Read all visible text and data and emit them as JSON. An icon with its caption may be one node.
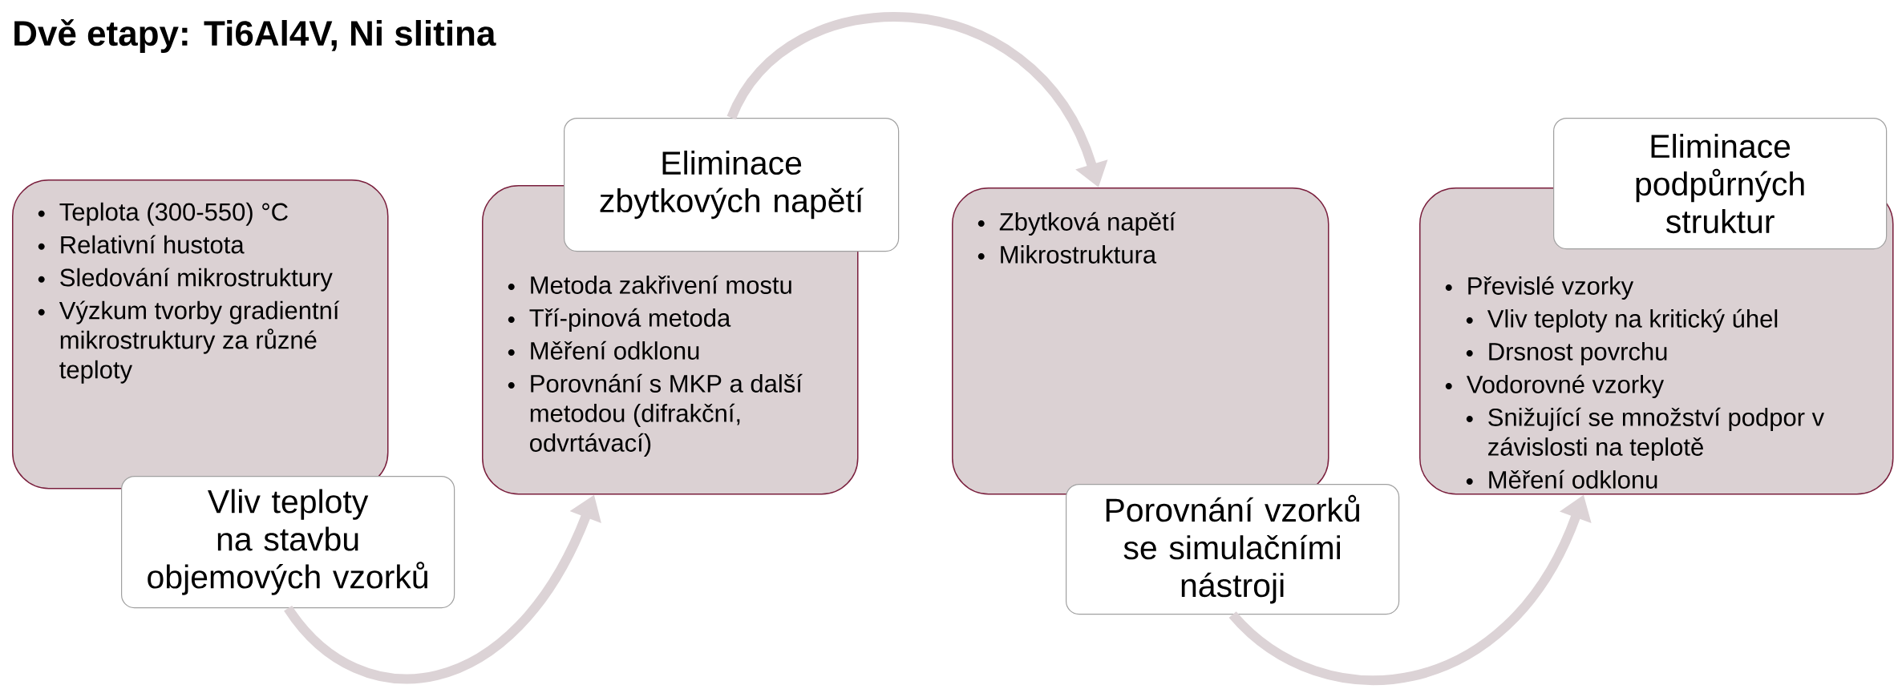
{
  "diagram": {
    "title": "Dvě etapy: Ti6Al4V, Ni slitina",
    "nodes": [
      {
        "text": [
          "Teplota (300-550) °C",
          "Relativní hustota",
          "Sledování mikrostruktury",
          "Výzkum tvorby gradientní mikrostruktury za různé teploty"
        ]
      },
      {
        "text": [
          "Vliv teploty na stavbu objemových vzorků"
        ]
      },
      {
        "text": [
          "Metoda zakřivení mostu",
          "Tří-pinová metoda",
          "Měření odklonu",
          "Porovnání s MKP a další metodou (difrakční, odvrtávací)"
        ]
      },
      {
        "text": [
          "Eliminace zbytkových napětí"
        ]
      },
      {
        "text": [
          "Zbytková napětí",
          "Mikrostruktura"
        ]
      },
      {
        "text": [
          "Porovnání vzorků se simulačními nástroji"
        ]
      },
      {
        "text": [
          "Převislé vzorky",
          "Vliv teploty na kritický úhel",
          "Drsnost povrchu",
          "Vodorovné vzorky",
          "Snižující se množství podpor v závislosti na teplotě",
          "Měření odklonu"
        ]
      },
      {
        "text": [
          "Eliminace podpůrných struktur"
        ]
      }
    ],
    "edges": [
      {
        "from": 1,
        "to": 2,
        "arrow": "to"
      },
      {
        "from": 3,
        "to": 4,
        "arrow": "to"
      },
      {
        "from": 5,
        "to": 6,
        "arrow": "to"
      }
    ]
  }
}
